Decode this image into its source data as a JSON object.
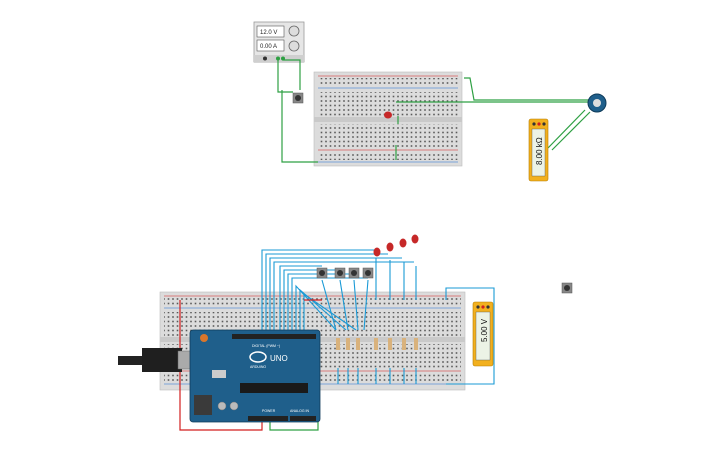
{
  "power_supply": {
    "voltage": "12.0 V",
    "current": "0.00 A"
  },
  "multimeter_top": {
    "reading": "8.00 kΩ"
  },
  "multimeter_bottom": {
    "reading": "5.00 V"
  },
  "arduino": {
    "model": "UNO",
    "brand": "ARDUINO",
    "digital_label": "DIGITAL (PWM ~)",
    "power_label": "POWER",
    "analog_label": "ANALOG IN"
  },
  "colors": {
    "breadboard": "#dcdcdc",
    "arduino_board": "#1f5f8b",
    "wire_green": "#2ea043",
    "wire_blue": "#1a9ad6",
    "wire_red": "#d21f1f",
    "multimeter": "#f2b01e",
    "led": "#c62828",
    "potentiometer": "#1f5f8b"
  }
}
